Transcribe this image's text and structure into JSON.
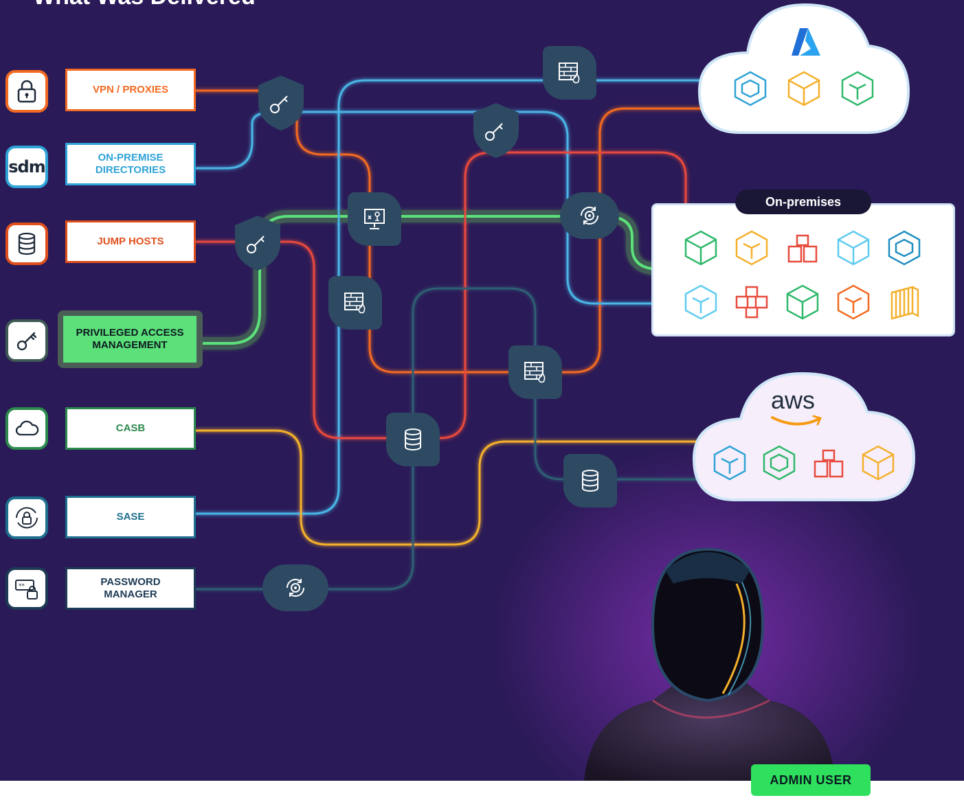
{
  "page": {
    "title": "What Was Delivered"
  },
  "sources": [
    {
      "id": "vpn",
      "label": "VPN / PROXIES",
      "color": "#f26a21",
      "icon": "lock-icon"
    },
    {
      "id": "dirs",
      "label": "ON-PREMISE\nDIRECTORIES",
      "color": "#2fa3d6",
      "icon": "sdm-logo",
      "icon_text": "sdm"
    },
    {
      "id": "jump",
      "label": "JUMP HOSTS",
      "color": "#e0501c",
      "icon": "database-icon"
    },
    {
      "id": "pam",
      "label": "PRIVILEGED ACCESS\nMANAGEMENT",
      "color": "#5be07a",
      "icon": "key-icon"
    },
    {
      "id": "casb",
      "label": "CASB",
      "color": "#2d8a4e",
      "icon": "cloud-icon"
    },
    {
      "id": "sase",
      "label": "SASE",
      "color": "#1e6f8e",
      "icon": "sync-lock-icon"
    },
    {
      "id": "pwd",
      "label": "PASSWORD\nMANAGER",
      "color": "#1d3b55",
      "icon": "password-lock-icon"
    }
  ],
  "destinations": {
    "azure": {
      "logo": "azure-logo-icon"
    },
    "onprem": {
      "title": "On-premises"
    },
    "aws": {
      "logo_text": "aws"
    }
  },
  "nodes": [
    "key-shield-icon",
    "firewall-icon",
    "monitor-icon",
    "gear-sync-icon",
    "database-icon"
  ],
  "user": {
    "badge": "ADMIN USER"
  },
  "colors": {
    "background": "#2a1a57",
    "orange": "#f26a21",
    "red": "#e84a3c",
    "blue": "#48b6e6",
    "green": "#5be07a",
    "yellow": "#f4b02c",
    "teal": "#2f5f73",
    "node": "#2e4a63"
  }
}
